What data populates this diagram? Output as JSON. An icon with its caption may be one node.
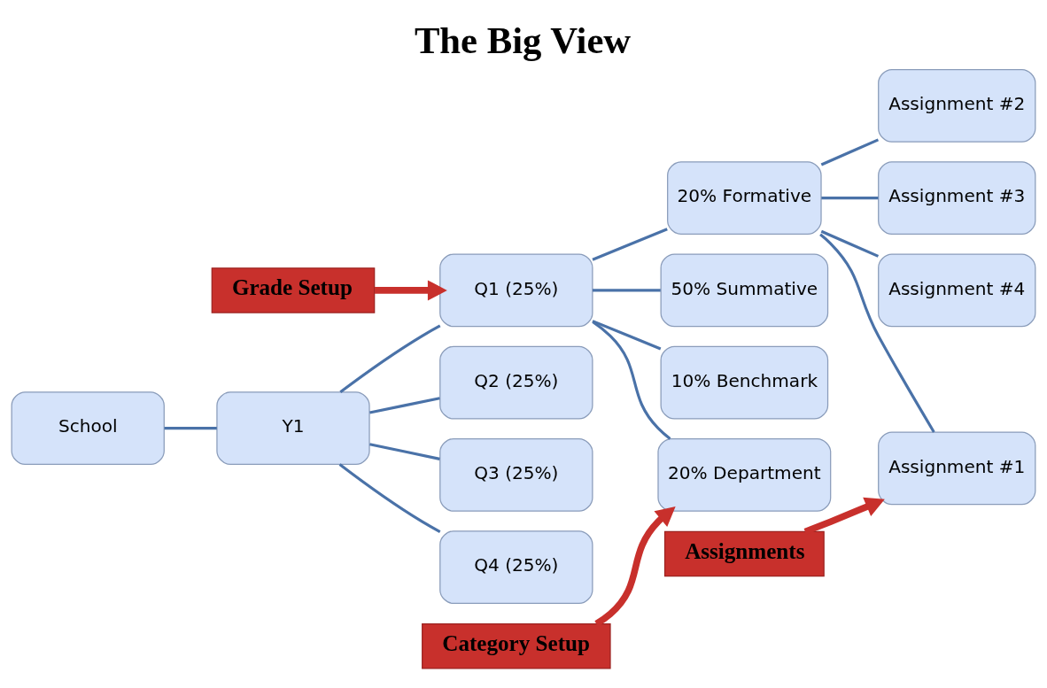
{
  "diagram": {
    "title": "The Big View",
    "nodes": [
      {
        "text": [
          "School"
        ]
      },
      {
        "text": [
          "Y1"
        ]
      },
      {
        "text": [
          "Q1 (25%)"
        ]
      },
      {
        "text": [
          "Q2 (25%)"
        ]
      },
      {
        "text": [
          "Q3 (25%)"
        ]
      },
      {
        "text": [
          "Q4 (25%)"
        ]
      },
      {
        "text": [
          "20% Formative"
        ]
      },
      {
        "text": [
          "50% Summative"
        ]
      },
      {
        "text": [
          "10% Benchmark"
        ]
      },
      {
        "text": [
          "20% Department"
        ]
      },
      {
        "text": [
          "Assignment #1"
        ]
      },
      {
        "text": [
          "Assignment #2"
        ]
      },
      {
        "text": [
          "Assignment #3"
        ]
      },
      {
        "text": [
          "Assignment #4"
        ]
      },
      {
        "text": [
          "Grade Setup"
        ]
      },
      {
        "text": [
          "Category Setup"
        ]
      },
      {
        "text": [
          "Assignments"
        ]
      }
    ],
    "edges": [
      {
        "from": 0,
        "to": 1,
        "arrow": "none"
      },
      {
        "from": 1,
        "to": 2,
        "arrow": "none"
      },
      {
        "from": 1,
        "to": 3,
        "arrow": "none"
      },
      {
        "from": 1,
        "to": 4,
        "arrow": "none"
      },
      {
        "from": 1,
        "to": 5,
        "arrow": "none"
      },
      {
        "from": 2,
        "to": 6,
        "arrow": "none"
      },
      {
        "from": 2,
        "to": 7,
        "arrow": "none"
      },
      {
        "from": 2,
        "to": 8,
        "arrow": "none"
      },
      {
        "from": 2,
        "to": 9,
        "arrow": "none"
      },
      {
        "from": 6,
        "to": 10,
        "arrow": "none"
      },
      {
        "from": 6,
        "to": 11,
        "arrow": "none"
      },
      {
        "from": 6,
        "to": 12,
        "arrow": "none"
      },
      {
        "from": 6,
        "to": 13,
        "arrow": "none"
      },
      {
        "from": 14,
        "to": 2,
        "arrow": "to",
        "style": "thick",
        "color": "#c8302c"
      },
      {
        "from": 15,
        "to": 9,
        "arrow": "to",
        "style": "thick",
        "color": "#c8302c"
      },
      {
        "from": 16,
        "to": 10,
        "arrow": "to",
        "style": "thick",
        "color": "#c8302c"
      }
    ]
  }
}
